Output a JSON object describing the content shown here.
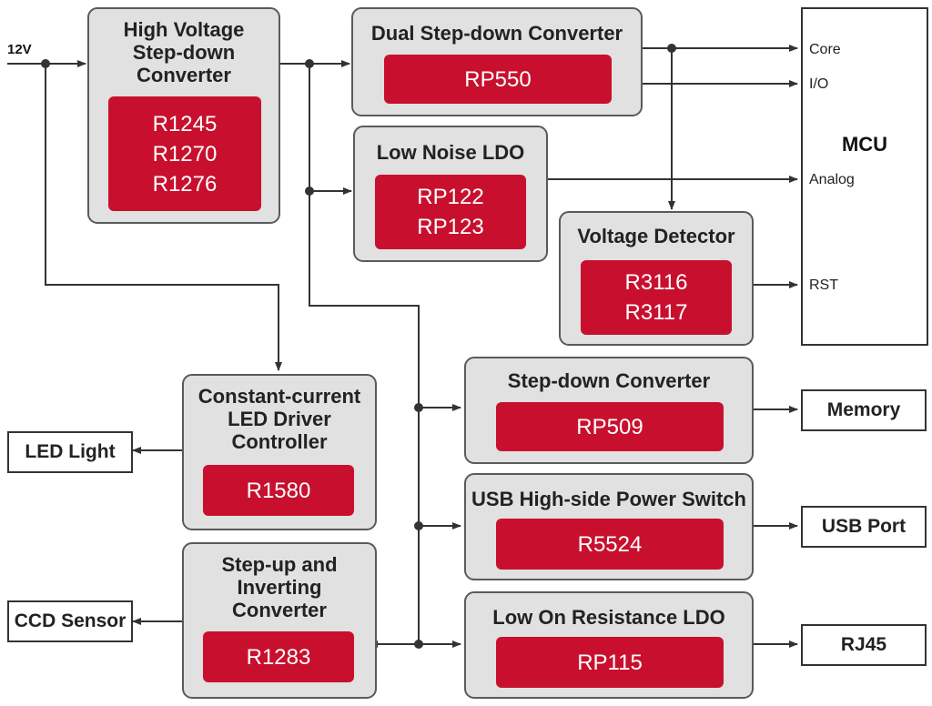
{
  "input_label": "12V",
  "blocks": {
    "hv": {
      "title": [
        "High Voltage",
        "Step-down",
        "Converter"
      ],
      "parts": [
        "R1245",
        "R1270",
        "R1276"
      ]
    },
    "dual": {
      "title": [
        "Dual Step-down Converter"
      ],
      "parts": [
        "RP550"
      ]
    },
    "lownoise": {
      "title": [
        "Low Noise LDO"
      ],
      "parts": [
        "RP122",
        "RP123"
      ]
    },
    "vdet": {
      "title": [
        "Voltage Detector"
      ],
      "parts": [
        "R3116",
        "R3117"
      ]
    },
    "stepdown": {
      "title": [
        "Step-down Converter"
      ],
      "parts": [
        "RP509"
      ]
    },
    "usb": {
      "title": [
        "USB High-side Power Switch"
      ],
      "parts": [
        "R5524"
      ]
    },
    "lowon": {
      "title": [
        "Low On Resistance LDO"
      ],
      "parts": [
        "RP115"
      ]
    },
    "led": {
      "title": [
        "Constant-current",
        "LED Driver",
        "Controller"
      ],
      "parts": [
        "R1580"
      ]
    },
    "stepup": {
      "title": [
        "Step-up and",
        "Inverting",
        "Converter"
      ],
      "parts": [
        "R1283"
      ]
    }
  },
  "mcu": {
    "title": "MCU",
    "pins": {
      "core": "Core",
      "io": "I/O",
      "analog": "Analog",
      "rst": "RST"
    }
  },
  "outputs": {
    "memory": "Memory",
    "usb_port": "USB Port",
    "rj45": "RJ45",
    "led_light": "LED Light",
    "ccd_sensor": "CCD Sensor"
  },
  "colors": {
    "part_fill": "#c8102e",
    "block_fill": "#e1e1e1",
    "block_border": "#5a5a5a",
    "wire": "#333333"
  }
}
